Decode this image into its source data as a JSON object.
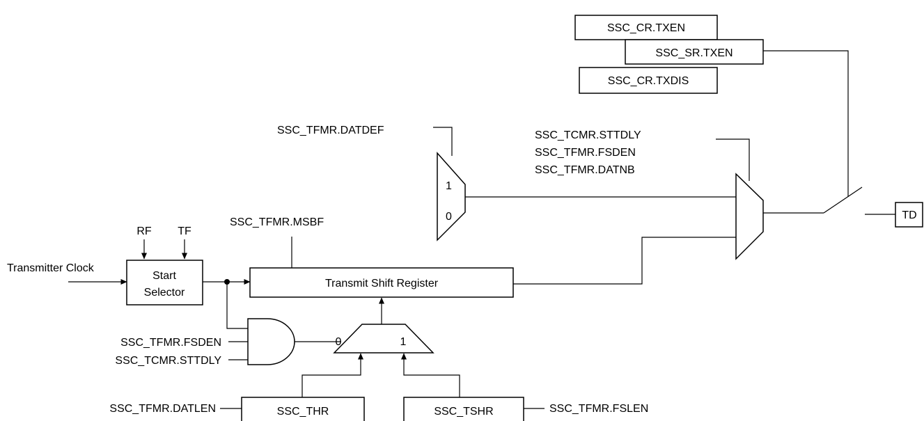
{
  "regs": {
    "cr_txen": "SSC_CR.TXEN",
    "sr_txen": "SSC_SR.TXEN",
    "cr_txdis": "SSC_CR.TXDIS",
    "tfmr_datdef": "SSC_TFMR.DATDEF",
    "tcmr_sttdly": "SSC_TCMR.STTDLY",
    "tfmr_fsden": "SSC_TFMR.FSDEN",
    "tfmr_datnb": "SSC_TFMR.DATNB",
    "tfmr_msbf": "SSC_TFMR.MSBF",
    "tfmr_fsden_and": "SSC_TFMR.FSDEN",
    "tcmr_sttdly_and": "SSC_TCMR.STTDLY",
    "tfmr_datlen": "SSC_TFMR.DATLEN",
    "tfmr_fslen": "SSC_TFMR.FSLEN"
  },
  "blocks": {
    "start_selector_line1": "Start",
    "start_selector_line2": "Selector",
    "shift_register": "Transmit Shift Register",
    "thr": "SSC_THR",
    "tshr": "SSC_TSHR",
    "td": "TD"
  },
  "signals": {
    "rf": "RF",
    "tf": "TF",
    "transmitter_clock": "Transmitter Clock"
  },
  "mux": {
    "upper_in1": "1",
    "upper_in0": "0",
    "lower_in0": "0",
    "lower_in1": "1"
  }
}
